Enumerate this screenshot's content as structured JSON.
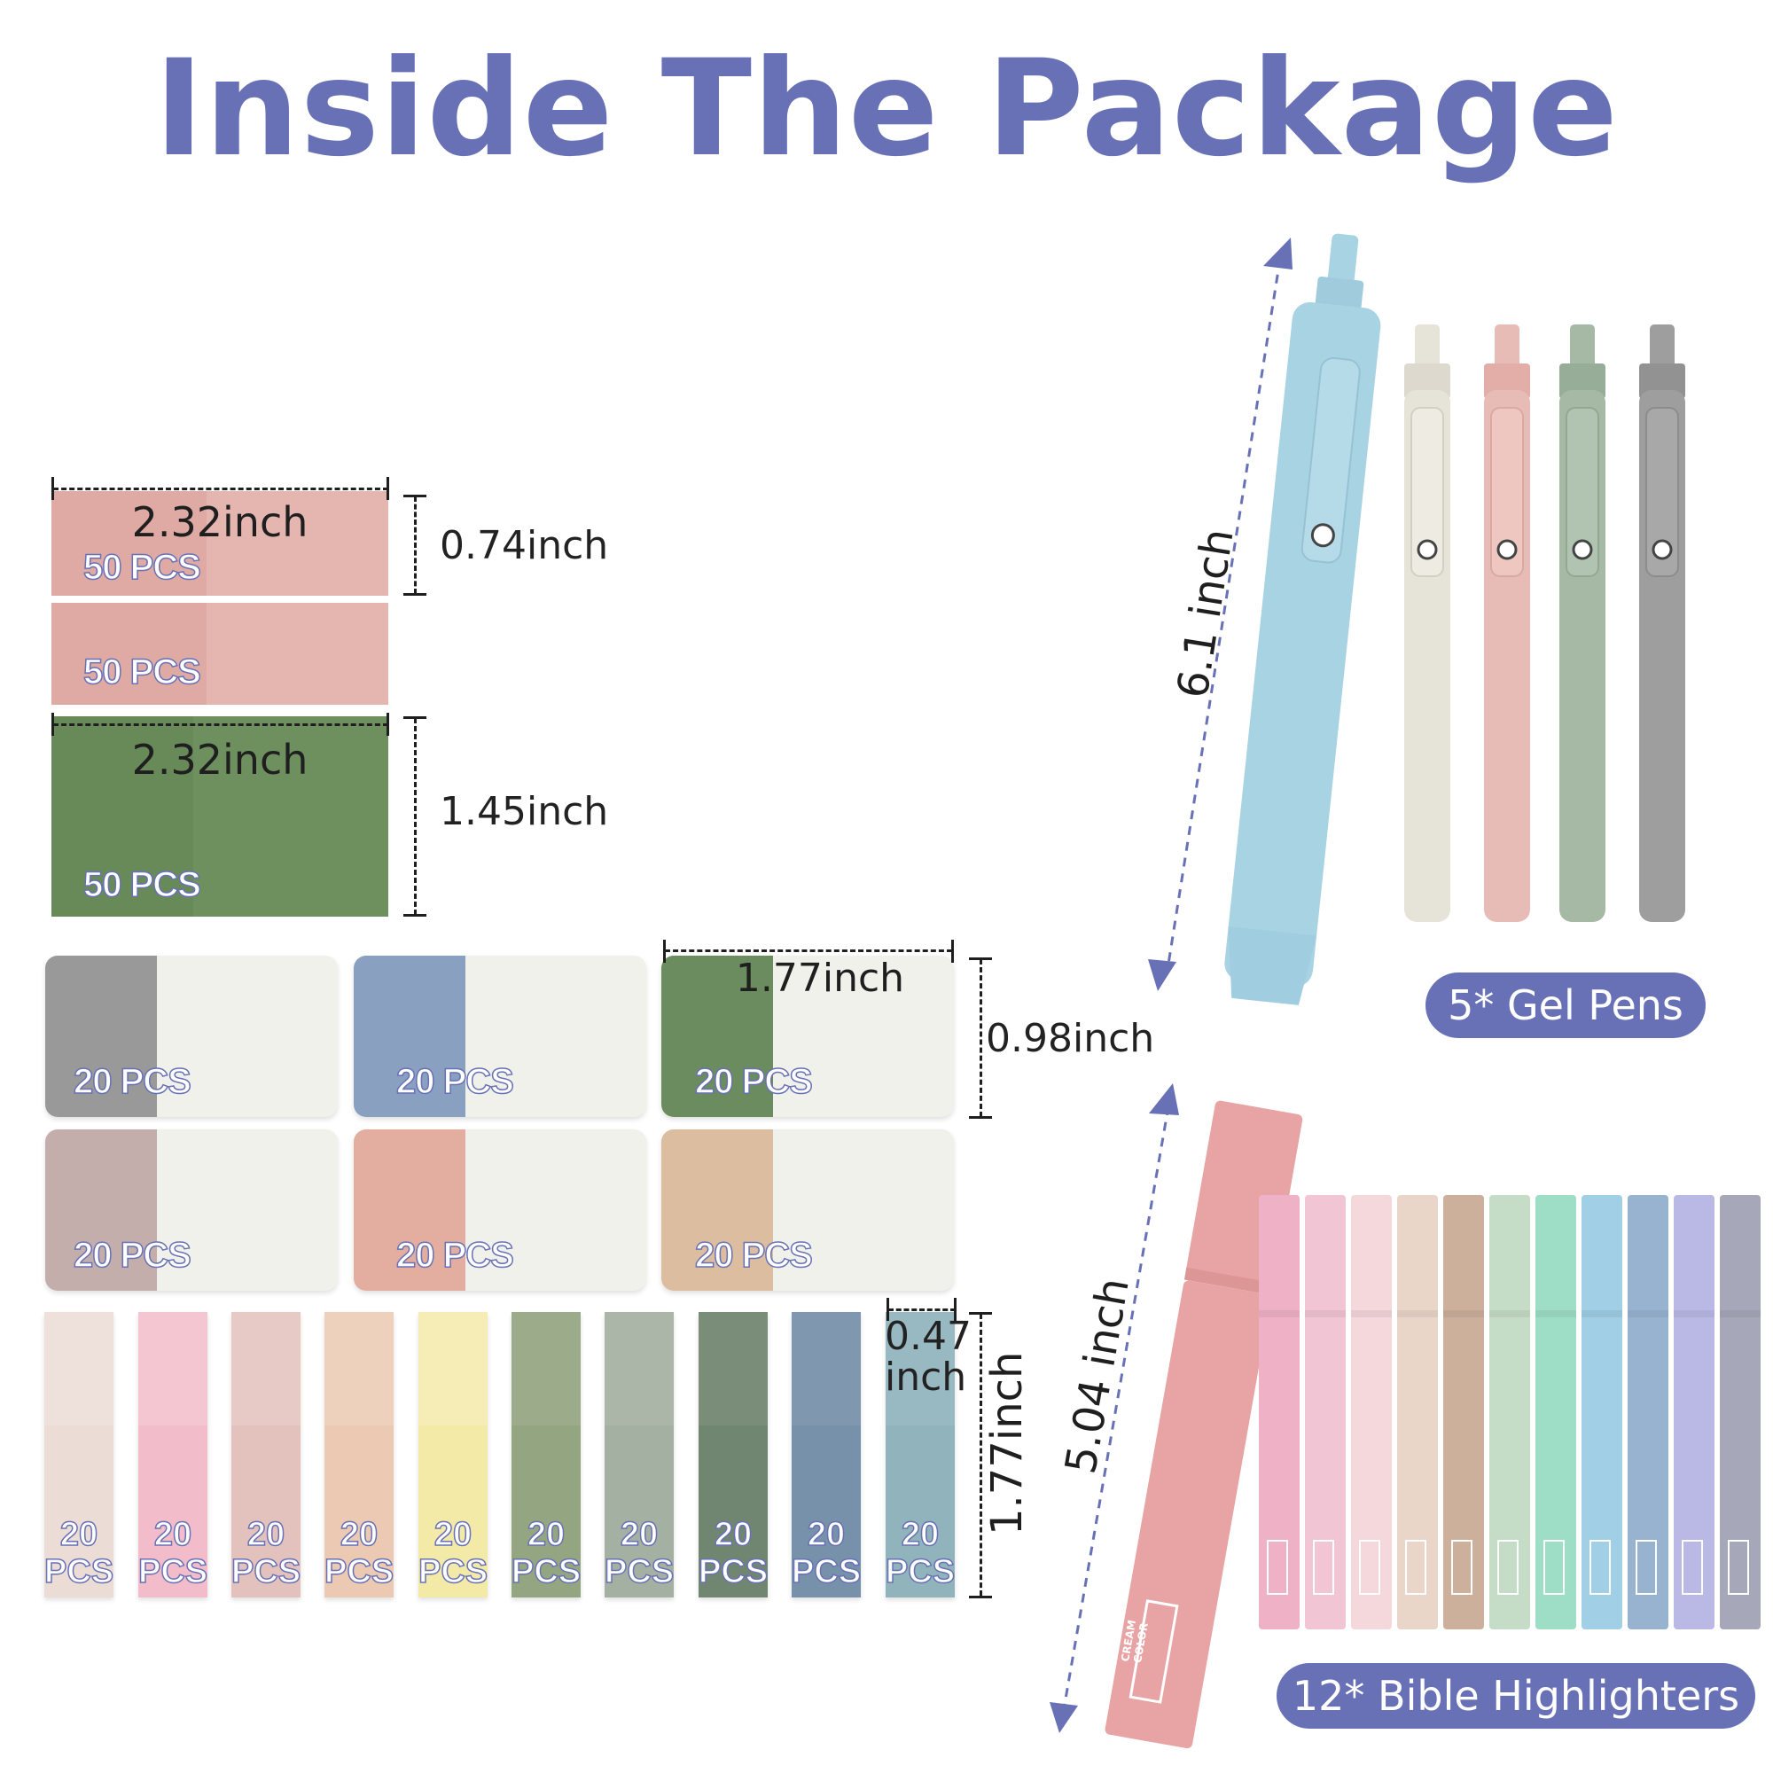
{
  "title": "Inside The Package",
  "tabs_large": {
    "width_label": "2.32inch",
    "pink_height_label": "0.74inch",
    "green_height_label": "1.45inch",
    "pcs_label": "50 PCS",
    "colors": {
      "pink": "#e5b5b0",
      "pink_dark": "#e0aaa4",
      "green": "#6e8f5e",
      "green_dark": "#678a58"
    }
  },
  "cards": {
    "width_label": "1.77inch",
    "height_label": "0.98inch",
    "pcs_label": "20 PCS",
    "band_colors": [
      "#999999",
      "#8aa0c0",
      "#6a8c5e",
      "#c4aeac",
      "#e3ada0",
      "#dcbd9f"
    ]
  },
  "flags": {
    "width_label_1": "0.47",
    "width_label_2": "inch",
    "height_label": "1.77inch",
    "pcs_line1": "20",
    "pcs_line2": "PCS",
    "colors": [
      "#ecdcd6",
      "#f2bccb",
      "#e3c1bd",
      "#ecc9b2",
      "#f4eaa8",
      "#94a582",
      "#a4b0a2",
      "#718670",
      "#7891aa",
      "#90b3bc"
    ]
  },
  "gel_pens": {
    "label": "5* Gel Pens",
    "length_label": "6.1 inch",
    "colors": [
      "#a8d3e3",
      "#e6e3d9",
      "#e8bcb6",
      "#a5b9a5",
      "#9e9e9e"
    ]
  },
  "highlighters": {
    "label": "12* Bible Highlighters",
    "length_label": "5.04 inch",
    "brand_line1": "CREAM",
    "brand_line2": "COLOR",
    "colors": [
      "#e8a4a4",
      "#efb1c5",
      "#f2c5d4",
      "#f4d8dc",
      "#ead6c9",
      "#cdb09c",
      "#c5dcc6",
      "#9fdec6",
      "#a0cfe6",
      "#98b3d0",
      "#bab9e6",
      "#a6a7b8"
    ]
  },
  "accent": "#6871b5"
}
